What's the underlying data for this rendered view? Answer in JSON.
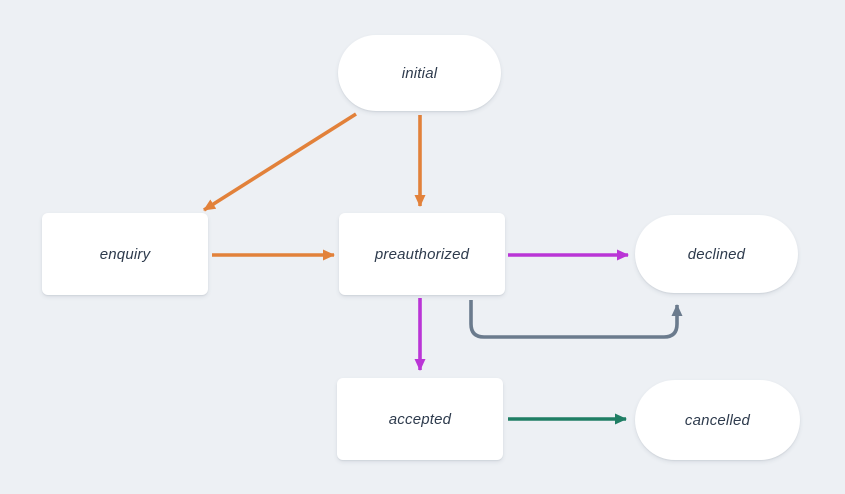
{
  "diagram": {
    "type": "state-flow-diagram",
    "nodes": [
      {
        "id": "initial",
        "label": "initial",
        "shape": "pill"
      },
      {
        "id": "enquiry",
        "label": "enquiry",
        "shape": "rect"
      },
      {
        "id": "preauthorized",
        "label": "preauthorized",
        "shape": "rect"
      },
      {
        "id": "declined",
        "label": "declined",
        "shape": "pill"
      },
      {
        "id": "accepted",
        "label": "accepted",
        "shape": "rect"
      },
      {
        "id": "cancelled",
        "label": "cancelled",
        "shape": "pill"
      }
    ],
    "edges": [
      {
        "from": "initial",
        "to": "enquiry",
        "color": "orange",
        "path": "straight-diagonal"
      },
      {
        "from": "initial",
        "to": "preauthorized",
        "color": "orange",
        "path": "straight-vertical"
      },
      {
        "from": "enquiry",
        "to": "preauthorized",
        "color": "orange",
        "path": "straight-horizontal"
      },
      {
        "from": "preauthorized",
        "to": "declined",
        "color": "magenta",
        "path": "straight-horizontal"
      },
      {
        "from": "preauthorized",
        "to": "accepted",
        "color": "magenta",
        "path": "straight-vertical"
      },
      {
        "from": "preauthorized",
        "to": "declined",
        "color": "gray",
        "path": "loop-under"
      },
      {
        "from": "accepted",
        "to": "cancelled",
        "color": "teal",
        "path": "straight-horizontal"
      }
    ]
  },
  "colors": {
    "background": "#edf0f4",
    "node_fill": "#ffffff",
    "text": "#2e3b4d",
    "orange": "#e2813a",
    "magenta": "#ba35d6",
    "gray": "#6b7b8d",
    "teal": "#1f7e64"
  }
}
